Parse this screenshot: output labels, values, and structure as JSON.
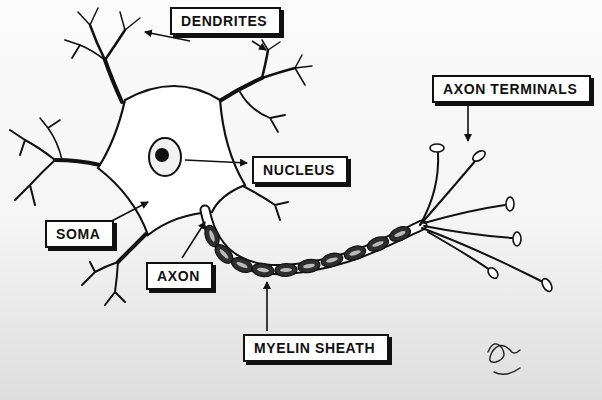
{
  "diagram": {
    "nodes": [
      {
        "text": [
          "DENDRITES"
        ]
      },
      {
        "text": [
          "AXON TERMINALS"
        ]
      },
      {
        "text": [
          "NUCLEUS"
        ]
      },
      {
        "text": [
          "SOMA"
        ]
      },
      {
        "text": [
          "AXON"
        ]
      },
      {
        "text": [
          "MYELIN SHEATH"
        ]
      }
    ]
  }
}
